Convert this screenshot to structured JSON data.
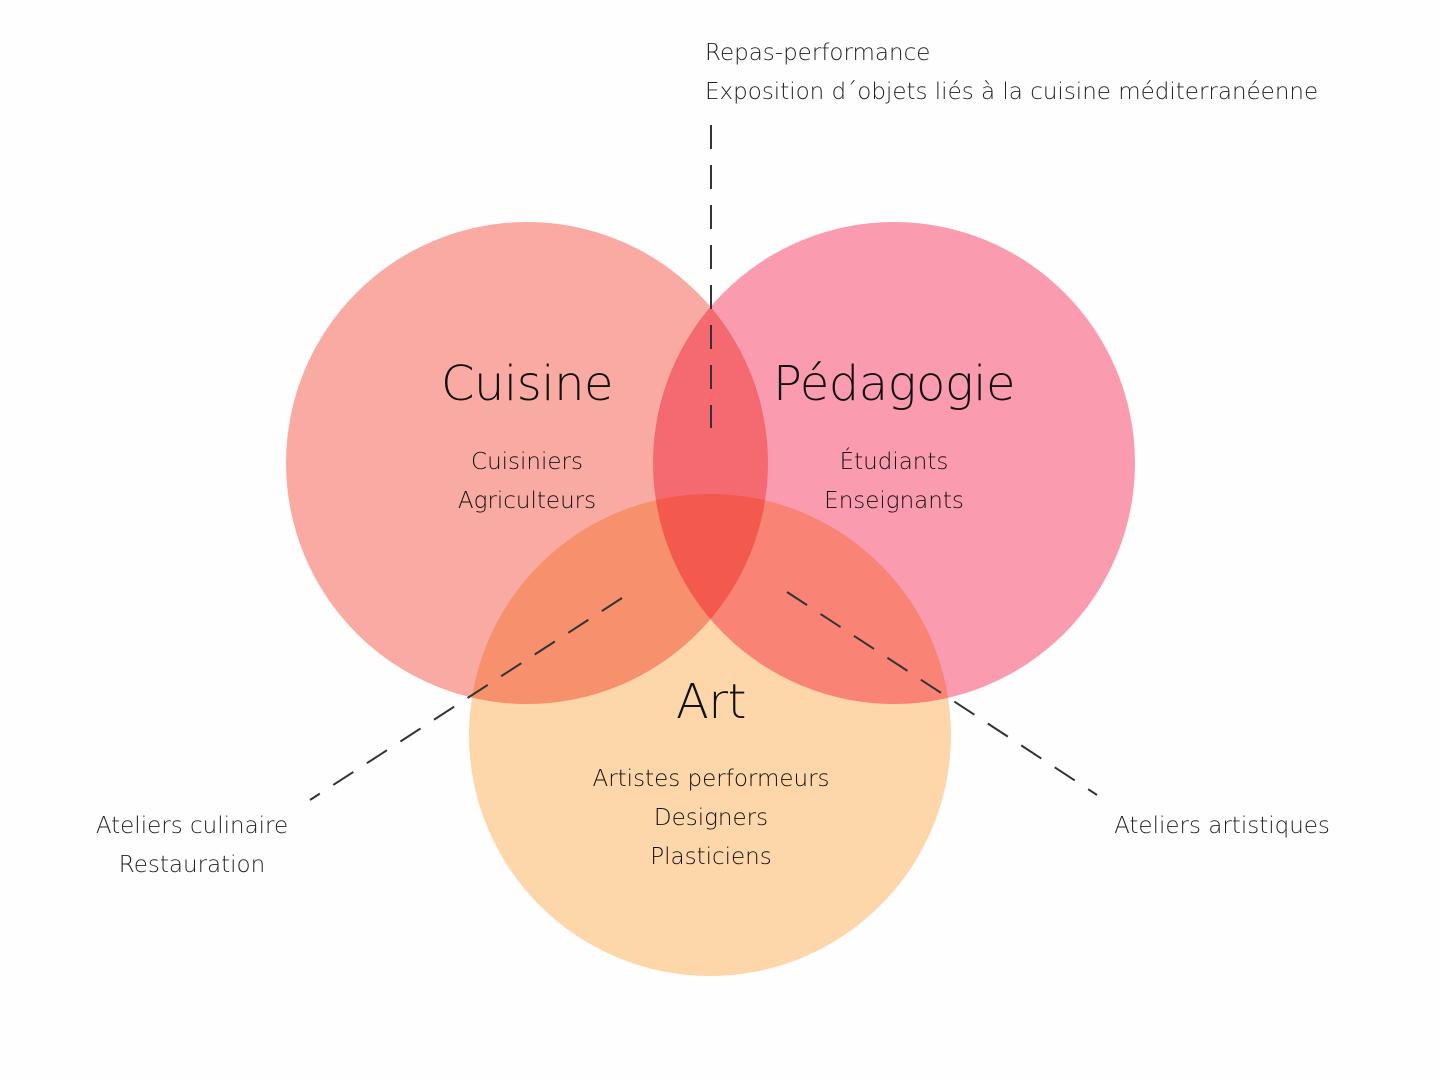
{
  "colors": {
    "cuisine": "#f9a69e",
    "pedagogie": "#fb90a7",
    "art": "#fdd1a0",
    "dash": "#333333"
  },
  "circles": [
    {
      "title": "Cuisine",
      "items": [
        "Cuisiniers",
        "Agriculteurs"
      ]
    },
    {
      "title": "Pédagogie",
      "items": [
        "Étudiants",
        "Enseignants"
      ]
    },
    {
      "title": "Art",
      "items": [
        "Artistes performeurs",
        "Designers",
        "Plasticiens"
      ]
    }
  ],
  "annotations": {
    "top": [
      "Repas-performance",
      "Exposition d´objets liés à la cuisine méditerranéenne"
    ],
    "left": [
      "Ateliers culinaire",
      "Restauration"
    ],
    "right": [
      "Ateliers artistiques"
    ]
  }
}
